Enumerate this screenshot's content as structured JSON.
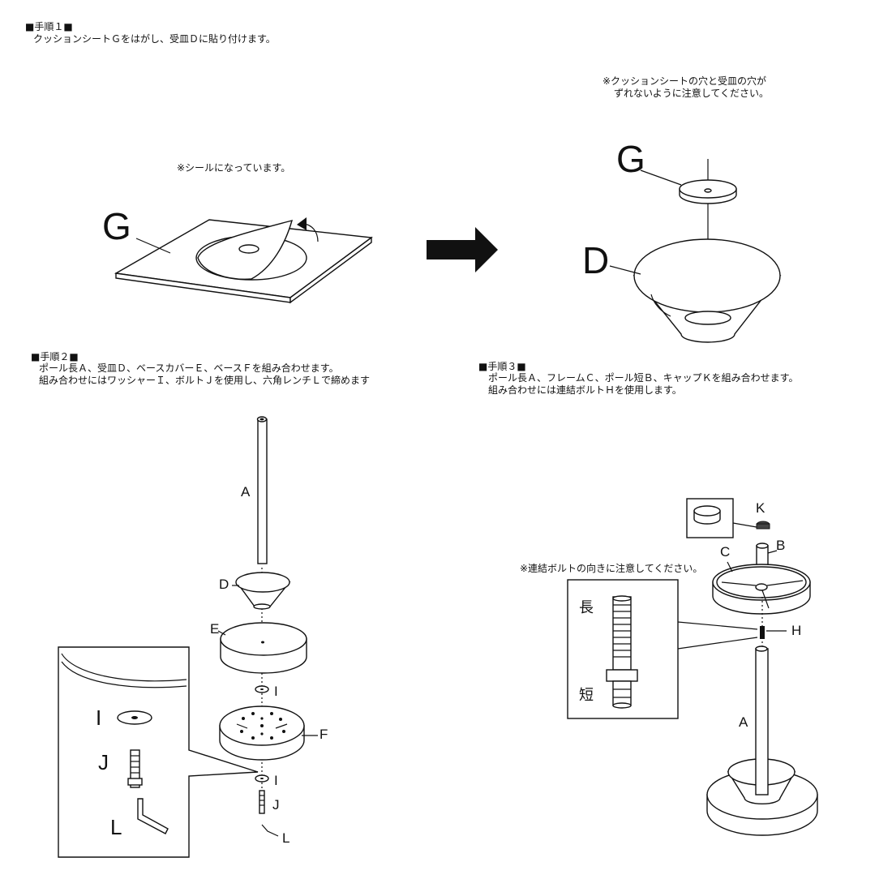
{
  "step1": {
    "heading": "■手順１■",
    "text": "クッションシートＧをはがし、受皿Ｄに貼り付けます。",
    "sticker_note": "※シールになっています。",
    "align_note_1": "※クッションシートの穴と受皿の穴が",
    "align_note_2": "ずれないように注意してください。",
    "label_G_left": "G",
    "label_G_right": "G",
    "label_D_right": "D"
  },
  "step2": {
    "heading": "■手順２■",
    "line1": "ポール長Ａ、受皿Ｄ、ベースカバーＥ、ベースＦを組み合わせます。",
    "line2": "組み合わせにはワッシャーＩ、ボルトＪを使用し、六角レンチＬで締めます",
    "labels": {
      "A": "A",
      "D": "D",
      "E": "E",
      "I1": "I",
      "F": "F",
      "I2": "I",
      "J": "J",
      "L": "L"
    },
    "inset": {
      "I": "I",
      "J": "J",
      "L": "L"
    }
  },
  "step3": {
    "heading": "■手順３■",
    "line1": "ポール長Ａ、フレームＣ、ポール短Ｂ、キャップＫを組み合わせます。",
    "line2": "組み合わせには連結ボルトＨを使用します。",
    "bolt_note": "※連結ボルトの向きに注意してください。",
    "labels": {
      "K": "K",
      "B": "B",
      "C": "C",
      "H": "H",
      "A": "A"
    },
    "inset": {
      "long": "長",
      "short": "短"
    }
  }
}
